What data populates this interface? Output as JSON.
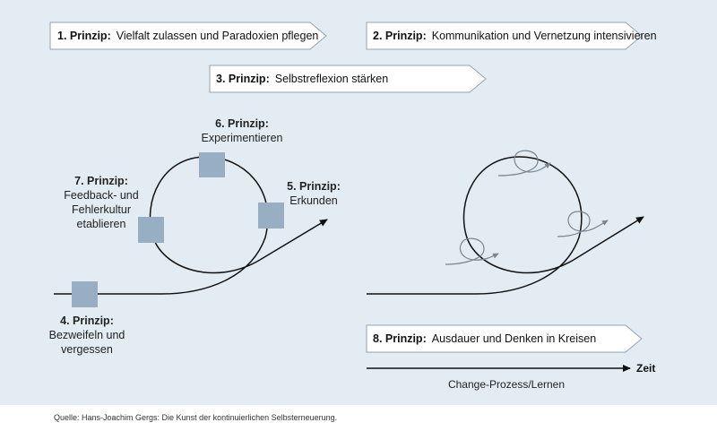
{
  "principles_top": [
    {
      "title": "1. Prinzip:",
      "text": "Vielfalt zulassen und Paradoxien pflegen"
    },
    {
      "title": "2. Prinzip:",
      "text": "Kommunikation und Vernetzung intensivieren"
    },
    {
      "title": "3. Prinzip:",
      "text": "Selbstreflexion stärken"
    }
  ],
  "loop_labels": {
    "p6": {
      "title": "6. Prinzip:",
      "text": "Experimentieren"
    },
    "p7": {
      "title": "7. Prinzip:",
      "text": "Feedback- und\nFehlerkultur\netablieren"
    },
    "p5": {
      "title": "5. Prinzip:",
      "text": "Erkunden"
    },
    "p4": {
      "title": "4. Prinzip:",
      "text": "Bezweifeln und\nvergessen"
    }
  },
  "principle_8": {
    "title": "8. Prinzip:",
    "text": "Ausdauer und Denken in Kreisen"
  },
  "axis": {
    "zeit": "Zeit",
    "caption": "Change-Prozess/Lernen"
  },
  "source": "Quelle: Hans-Joachim Gergs: Die Kunst der kontinuierlichen Selbsterneuerung.",
  "colors": {
    "background": "#e3ecf2",
    "square": "#98aec2",
    "box_border": "#8fa3b8",
    "small_loop": "#7a8590"
  }
}
